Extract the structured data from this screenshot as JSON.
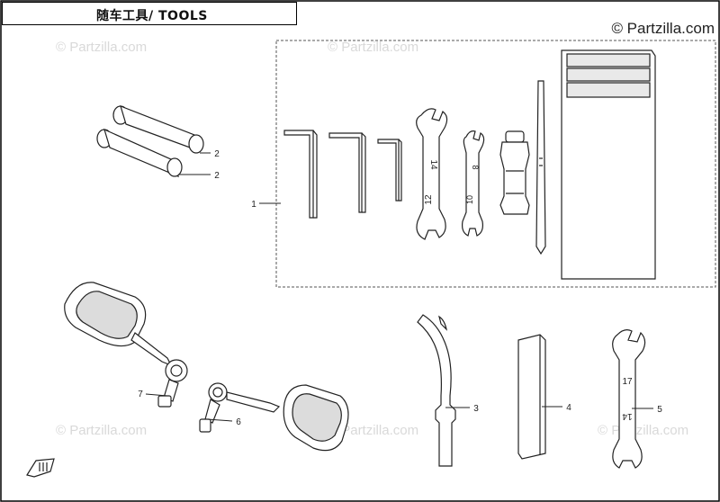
{
  "title": "随车工具/ TOOLS",
  "brand": "© Partzilla.com",
  "watermark": "© Partzilla.com",
  "callouts": [
    {
      "id": "1",
      "label": "1"
    },
    {
      "id": "2a",
      "label": "2"
    },
    {
      "id": "2b",
      "label": "2"
    },
    {
      "id": "3",
      "label": "3"
    },
    {
      "id": "4",
      "label": "4"
    },
    {
      "id": "5",
      "label": "5"
    },
    {
      "id": "6",
      "label": "6"
    },
    {
      "id": "7",
      "label": "7"
    }
  ],
  "wrench_markings": {
    "w1_top": "14",
    "w1_bottom": "12",
    "w2_top": "8",
    "w2_bottom": "10",
    "w3_top": "17",
    "w3_bottom": "14"
  }
}
